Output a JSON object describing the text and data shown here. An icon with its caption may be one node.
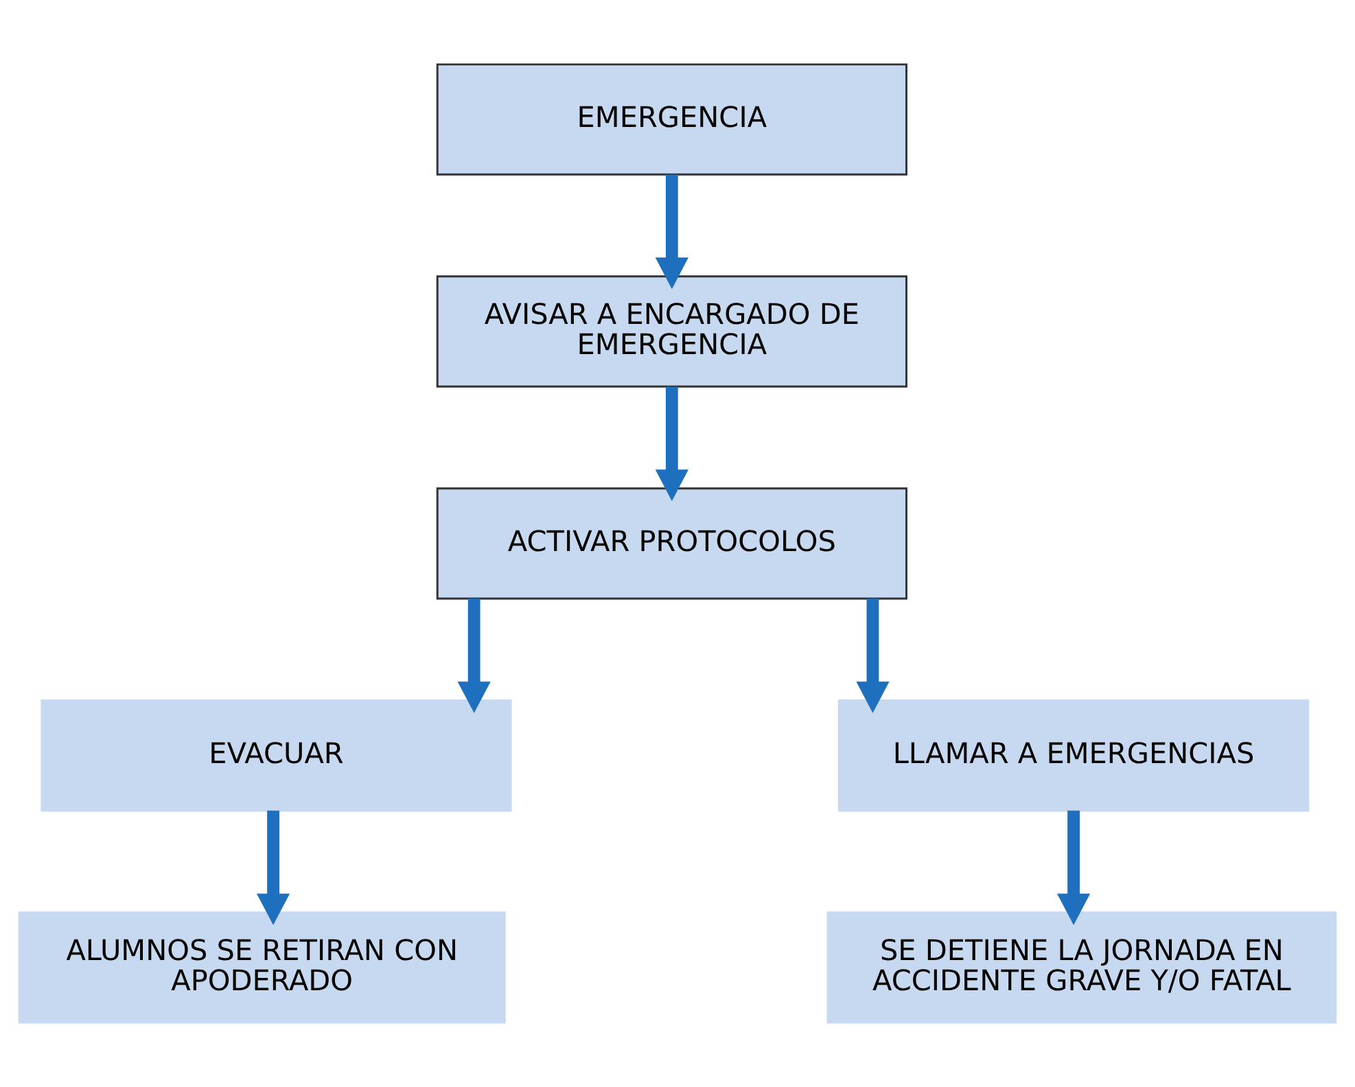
{
  "diagram": {
    "nodes": [
      {
        "text": [
          "EMERGENCIA"
        ]
      },
      {
        "text": [
          "AVISAR A ENCARGADO DE EMERGENCIA"
        ]
      },
      {
        "text": [
          "ACTIVAR PROTOCOLOS"
        ]
      },
      {
        "text": [
          "EVACUAR"
        ]
      },
      {
        "text": [
          "LLAMAR A EMERGENCIAS"
        ]
      },
      {
        "text": [
          "ALUMNOS SE RETIRAN CON APODERADO"
        ]
      },
      {
        "text": [
          "SE DETIENE LA JORNADA EN ACCIDENTE GRAVE Y/O FATAL"
        ]
      }
    ],
    "edges": [
      {
        "from": 0,
        "to": 1,
        "arrow": "to"
      },
      {
        "from": 1,
        "to": 2,
        "arrow": "to"
      },
      {
        "from": 2,
        "to": 3,
        "arrow": "to"
      },
      {
        "from": 2,
        "to": 4,
        "arrow": "to"
      },
      {
        "from": 3,
        "to": 5,
        "arrow": "to"
      },
      {
        "from": 4,
        "to": 6,
        "arrow": "to"
      }
    ]
  }
}
